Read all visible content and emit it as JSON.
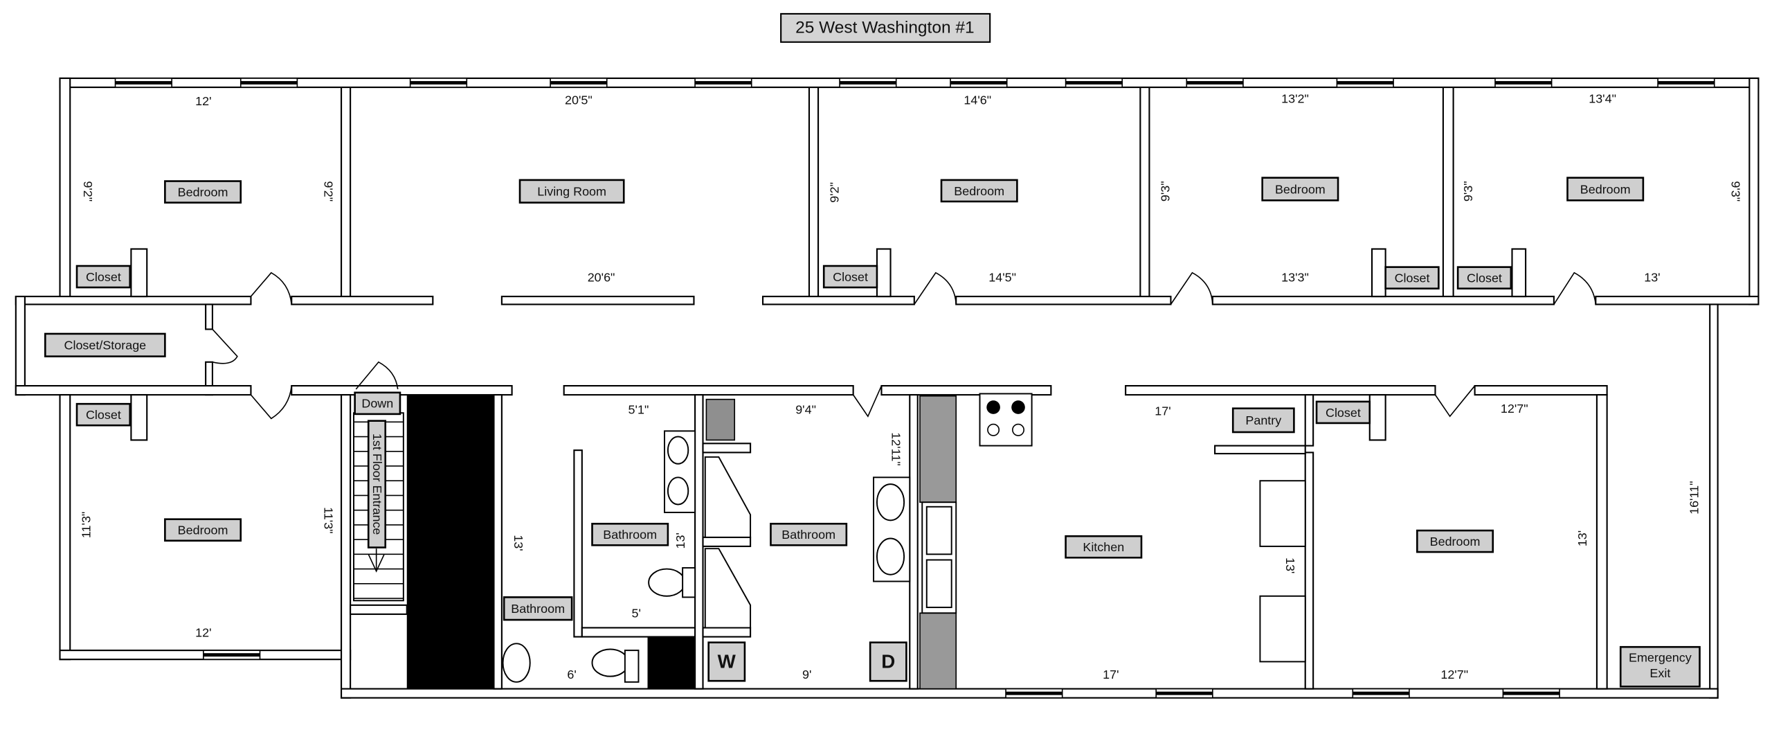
{
  "title": "25 West Washington #1",
  "rooms": {
    "bedroom_nw": {
      "label": "Bedroom",
      "width_top": "12'",
      "height_left": "9'2\"",
      "height_right": "9'2\"",
      "closet": "Closet"
    },
    "living_room": {
      "label": "Living Room",
      "width_top": "20'5\"",
      "width_bottom": "20'6\""
    },
    "bedroom_n2": {
      "label": "Bedroom",
      "width_top": "14'6\"",
      "width_bottom": "14'5\"",
      "height_left": "9'2\"",
      "closet": "Closet"
    },
    "bedroom_n3": {
      "label": "Bedroom",
      "width_top": "13'2\"",
      "width_bottom": "13'3\"",
      "height_left": "9'3\"",
      "closet": "Closet"
    },
    "bedroom_ne": {
      "label": "Bedroom",
      "width_top": "13'4\"",
      "width_bottom": "13'",
      "height_left": "9'3\"",
      "height_right": "9'3\"",
      "closet": "Closet"
    },
    "closet_storage": {
      "label": "Closet/Storage"
    },
    "bedroom_sw": {
      "label": "Bedroom",
      "width_bottom": "12'",
      "height_left": "11'3\"",
      "height_right": "11'3\"",
      "closet": "Closet"
    },
    "stairs": {
      "down": "Down",
      "entrance": "1st Floor Entrance"
    },
    "bathroom_small": {
      "label": "Bathroom",
      "height": "13'",
      "width": "6'"
    },
    "bathroom_mid": {
      "label": "Bathroom",
      "width_top": "5'1\"",
      "width_bottom": "5'",
      "height": "13'"
    },
    "bathroom_laundry": {
      "label": "Bathroom",
      "width_top": "9'4\"",
      "width_bottom": "9'",
      "height": "12'11\"",
      "washer": "W",
      "dryer": "D"
    },
    "kitchen": {
      "label": "Kitchen",
      "width_top": "17'",
      "width_bottom": "17'",
      "height": "13'",
      "pantry": "Pantry"
    },
    "bedroom_se": {
      "label": "Bedroom",
      "width_top": "12'7\"",
      "width_bottom": "12'7\"",
      "height": "13'",
      "closet": "Closet"
    },
    "hallway": {
      "height": "16'11\"",
      "exit_line1": "Emergency",
      "exit_line2": "Exit"
    }
  }
}
